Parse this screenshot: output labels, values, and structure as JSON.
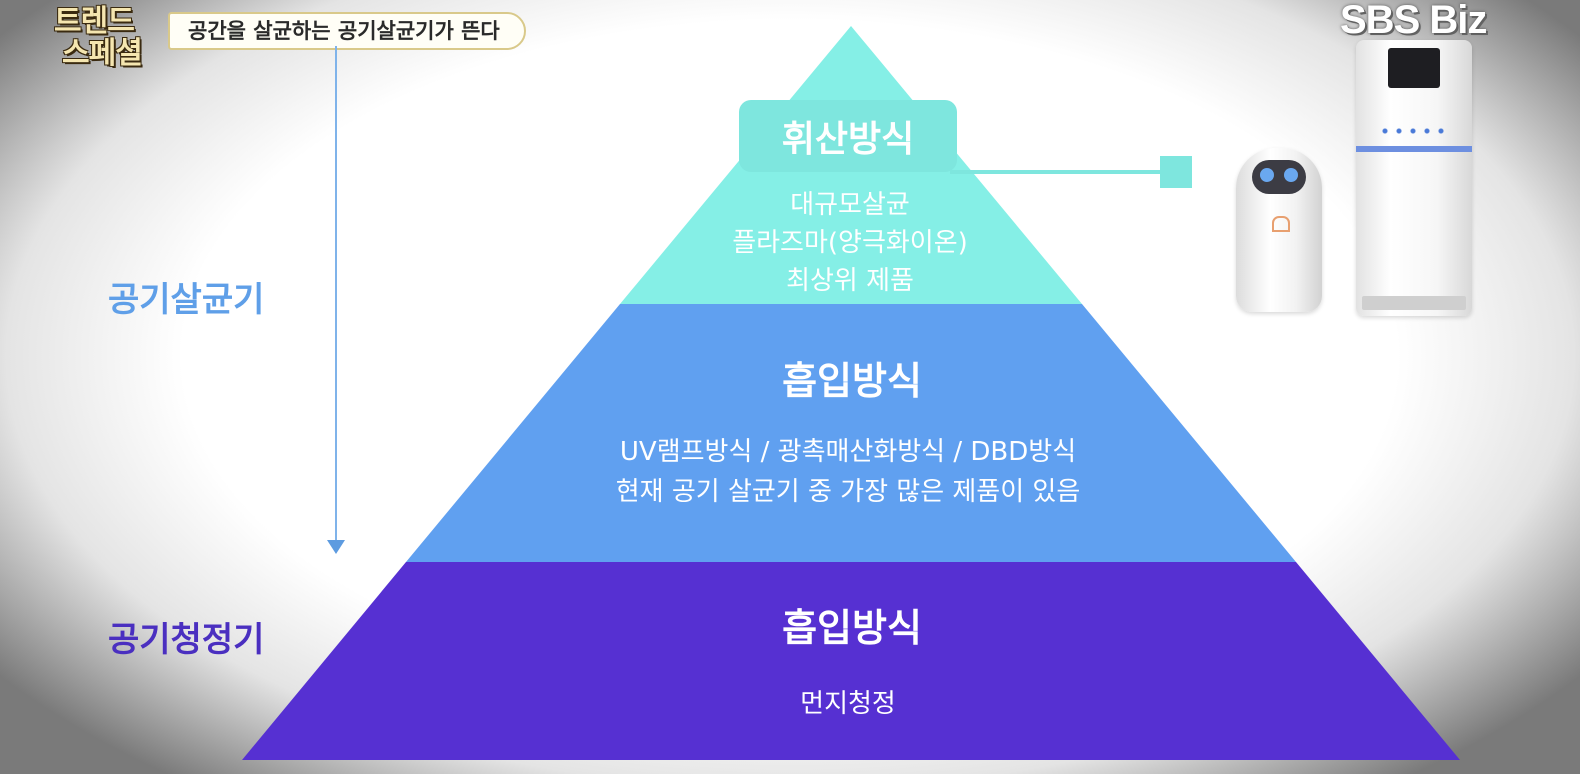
{
  "header": {
    "logo_line1": "트렌드",
    "logo_line2": "스페셜",
    "headline_part1": "공간을 살균하는 ",
    "headline_part2": "공기살균기가 뜬다",
    "broadcaster": "SBS Biz"
  },
  "side_labels": {
    "top": "공기살균기",
    "bottom": "공기청정기"
  },
  "pyramid": {
    "tier1": {
      "title": "휘산방식",
      "lines": [
        "대규모살균",
        "플라즈마(양극화이온)",
        "최상위 제품"
      ],
      "color": "#85efe6"
    },
    "tier2": {
      "title": "흡입방식",
      "lines": [
        "UV램프방식 / 광촉매산화방식 / DBD방식",
        "현재 공기 살균기 중 가장 많은 제품이 있음"
      ],
      "color": "#60a0f0"
    },
    "tier3": {
      "title": "흡입방식",
      "lines": [
        "먼지청정"
      ],
      "color": "#5630d2"
    }
  },
  "colors": {
    "arrow": "#7fb3ea",
    "label_top": "#5f9fe8",
    "label_bottom": "#4a2fc0",
    "connector": "#7ee6de"
  }
}
